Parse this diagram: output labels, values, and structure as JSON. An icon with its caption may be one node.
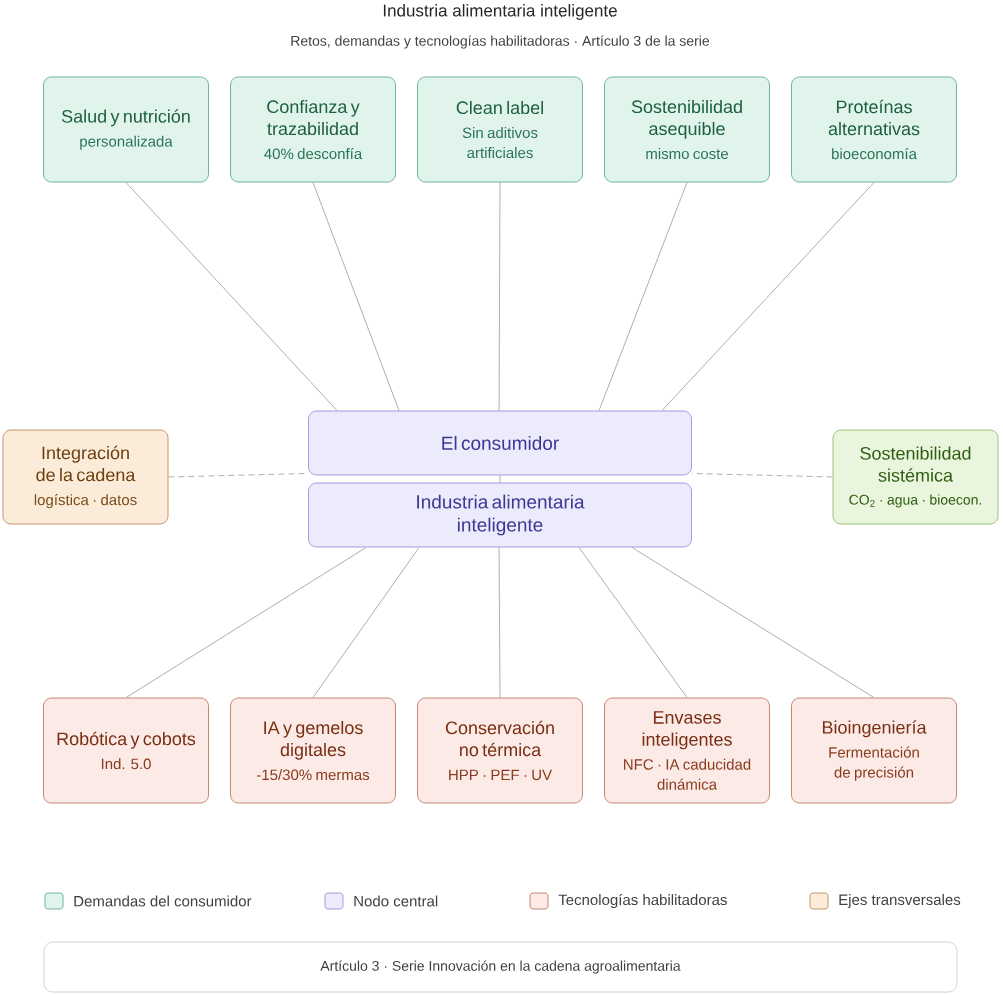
{
  "diagram": {
    "title": "Industria alimentaria inteligente",
    "nodes": [
      {
        "text": [
          "El consumidor"
        ]
      },
      {
        "text": [
          "Industria alimentaria inteligente"
        ]
      },
      {
        "text": [
          "Salud y nutrición",
          "personalizada"
        ]
      },
      {
        "text": [
          "Confianza y trazabilidad",
          "40% desconfía"
        ]
      },
      {
        "text": [
          "Clean label",
          "Sin aditivos artificiales"
        ]
      },
      {
        "text": [
          "Sostenibilidad asequible",
          "mismo coste"
        ]
      },
      {
        "text": [
          "Proteínas alternativas",
          "bioeconomía"
        ]
      },
      {
        "text": [
          "Integración de la cadena",
          "logística · datos"
        ]
      },
      {
        "text": [
          "Sostenibilidad sistémica",
          "CO$_{2}$ · agua · bioecon."
        ]
      },
      {
        "text": [
          "Robótica y cobots",
          "Ind. 5.0"
        ]
      },
      {
        "text": [
          "IA y gemelos digitales",
          "-15/30% mermas"
        ]
      },
      {
        "text": [
          "Conservación no térmica",
          "HPP · PEF · UV"
        ]
      },
      {
        "text": [
          "Envases inteligentes",
          "NFC · IA caducidad dinámica"
        ]
      },
      {
        "text": [
          "Bioingeniería",
          "Fermentación de precisión"
        ]
      }
    ],
    "edges": [
      {
        "from": 2,
        "to": 0,
        "arrow": "none"
      },
      {
        "from": 3,
        "to": 0,
        "arrow": "none"
      },
      {
        "from": 4,
        "to": 0,
        "arrow": "none"
      },
      {
        "from": 5,
        "to": 0,
        "arrow": "none"
      },
      {
        "from": 6,
        "to": 0,
        "arrow": "none"
      },
      {
        "from": 0,
        "to": 1,
        "arrow": "none"
      },
      {
        "from": 1,
        "to": 9,
        "arrow": "none"
      },
      {
        "from": 1,
        "to": 10,
        "arrow": "none"
      },
      {
        "from": 1,
        "to": 11,
        "arrow": "none"
      },
      {
        "from": 1,
        "to": 12,
        "arrow": "none"
      },
      {
        "from": 1,
        "to": 13,
        "arrow": "none"
      },
      {
        "from": 7,
        "to": 0,
        "arrow": "none",
        "style": "dashed"
      },
      {
        "from": 8,
        "to": 0,
        "arrow": "none",
        "style": "dashed"
      }
    ],
    "labels": [
      "Retos, demandas y tecnologías habilitadoras · Artículo 3 de la serie",
      "Artículo 3 · Serie Innovación en la cadena agroalimentaria"
    ],
    "legend": [
      {
        "text": "Demandas del consumidor",
        "color": "#e1f4ec"
      },
      {
        "text": "Nodo central",
        "color": "#ecebfb"
      },
      {
        "text": "Tecnologías habilitadoras",
        "color": "#fbeae5"
      },
      {
        "text": "Ejes transversales",
        "color": "#fbecd9"
      }
    ]
  }
}
